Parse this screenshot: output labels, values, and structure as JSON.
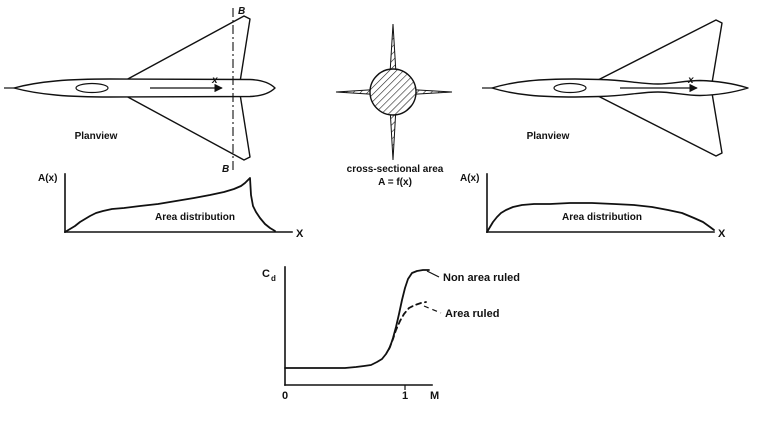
{
  "left_aircraft": {
    "caption": "Planview",
    "section_label_top": "B",
    "section_label_bottom": "B",
    "axis_label": "x"
  },
  "right_aircraft": {
    "caption": "Planview",
    "axis_label": "x"
  },
  "cross_section": {
    "caption_line1": "cross-sectional area",
    "caption_line2": "A = f(x)"
  },
  "left_plot": {
    "ylabel": "A(x)",
    "xlabel": "X",
    "annotation": "Area distribution"
  },
  "right_plot": {
    "ylabel": "A(x)",
    "xlabel": "X",
    "annotation": "Area distribution"
  },
  "drag_plot": {
    "ylabel_main": "C",
    "ylabel_sub": "d",
    "tick_zero": "0",
    "tick_one": "1",
    "xlabel": "M",
    "label_solid": "Non area ruled",
    "label_dashed": "Area ruled"
  },
  "curves": {
    "left_area": "65,232 70,229 75,226 80,222 85,219 90,216 96,213 103,211 112,209 124,208 140,206 158,204 176,201 194,198 210,195 224,192 234,189 241,186 245,183 248,180 250,178 251,195 253,206 256,212 260,218 265,224 270,228 275,231",
    "right_area": "487,232 490,227 493,222 497,217 501,213 506,210 513,207 522,205 534,204 550,204 570,203 592,203 614,204 634,205 652,207 668,210 682,213 694,218 703,222 710,227 714,230",
    "cd_solid": "285,368 300,368 315,368 330,368 345,368 356,367 364,366 371,365 377,362 382,359 386,354 390,347 393,338 396,327 399,314 402,300 405,288 408,279 412,273 417,271 423,270 429,270",
    "cd_dashed": "389,349 393,339 396,330 400,321 404,314 409,308 415,305 421,303 426,302"
  },
  "chart_data": [
    {
      "type": "line",
      "name": "area-distribution-non-area-ruled",
      "title": "Area distribution",
      "xlabel": "x",
      "ylabel": "A(x)",
      "x": [
        0,
        0.05,
        0.1,
        0.2,
        0.3,
        0.4,
        0.5,
        0.6,
        0.7,
        0.78,
        0.84,
        0.86,
        0.88,
        0.92,
        0.97
      ],
      "y": [
        0,
        0.25,
        0.42,
        0.46,
        0.52,
        0.58,
        0.64,
        0.71,
        0.79,
        0.9,
        1.0,
        0.5,
        0.35,
        0.2,
        0.03
      ],
      "axis_ticks": "none",
      "grid": false
    },
    {
      "type": "line",
      "name": "area-distribution-area-ruled",
      "title": "Area distribution",
      "xlabel": "x",
      "ylabel": "A(x)",
      "x": [
        0,
        0.05,
        0.12,
        0.25,
        0.4,
        0.55,
        0.7,
        0.85,
        0.95,
        1.0
      ],
      "y": [
        0,
        0.55,
        0.82,
        0.95,
        1.0,
        1.0,
        0.95,
        0.75,
        0.4,
        0.08
      ],
      "axis_ticks": "none",
      "grid": false
    },
    {
      "type": "line",
      "name": "wave-drag-vs-mach",
      "xlabel": "M",
      "ylabel": "Cd",
      "x_ticks": [
        0,
        1
      ],
      "grid": false,
      "series": [
        {
          "name": "Non area ruled",
          "style": "solid",
          "x": [
            0,
            0.5,
            0.7,
            0.8,
            0.88,
            0.93,
            0.97,
            1.0,
            1.04,
            1.1
          ],
          "y": [
            0.15,
            0.15,
            0.15,
            0.17,
            0.25,
            0.45,
            0.7,
            0.88,
            0.99,
            1.0
          ]
        },
        {
          "name": "Area ruled",
          "style": "dashed",
          "x": [
            0.88,
            0.93,
            0.97,
            1.0,
            1.04,
            1.1
          ],
          "y": [
            0.3,
            0.42,
            0.52,
            0.58,
            0.63,
            0.65
          ]
        }
      ]
    }
  ]
}
